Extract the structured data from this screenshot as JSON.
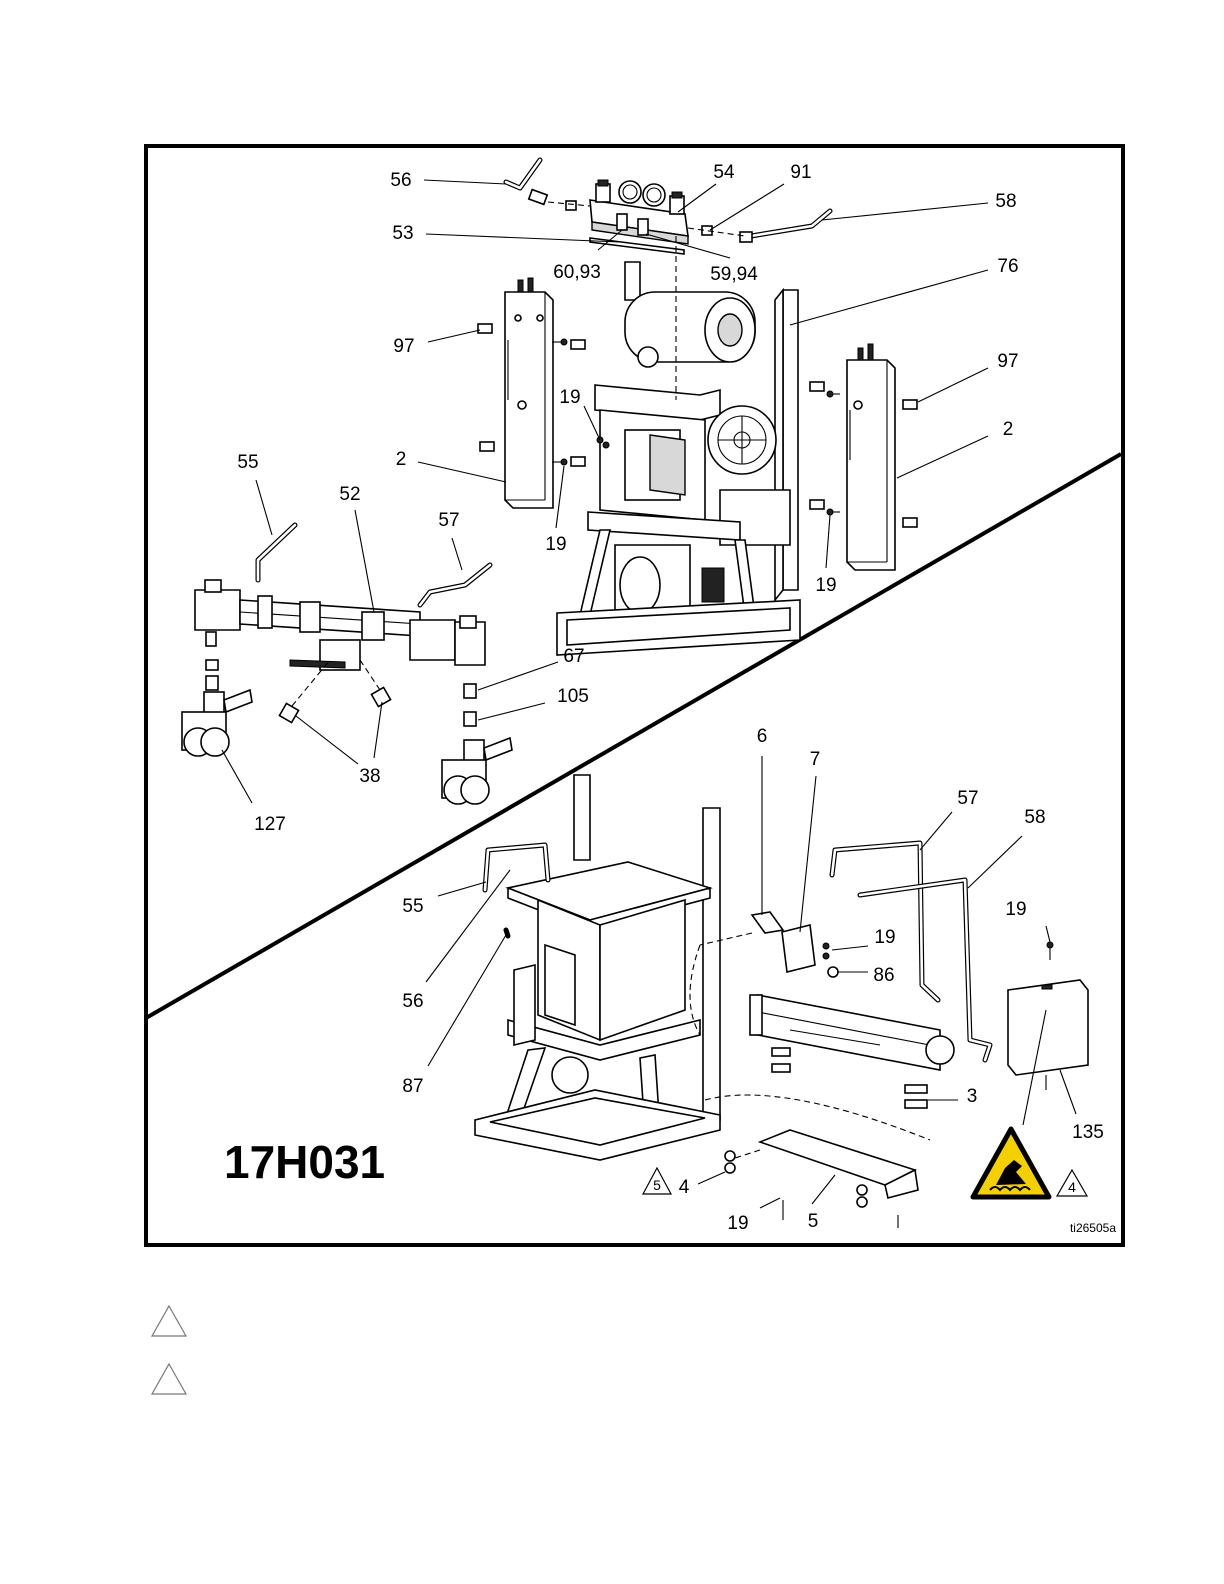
{
  "figure": {
    "model_number": "17H031",
    "figure_id": "ti26505a",
    "callouts": {
      "c56_top": "56",
      "c54": "54",
      "c91": "91",
      "c58_top": "58",
      "c53": "53",
      "c60_93": "60,93",
      "c59_94": "59,94",
      "c76": "76",
      "c97_left": "97",
      "c97_right": "97",
      "c19_a": "19",
      "c2_left": "2",
      "c2_right": "2",
      "c55_top": "55",
      "c52": "52",
      "c57_top": "57",
      "c19_b": "19",
      "c19_c": "19",
      "c67": "67",
      "c105": "105",
      "c38": "38",
      "c127": "127",
      "c6": "6",
      "c7": "7",
      "c57_bot": "57",
      "c58_bot": "58",
      "c19_d": "19",
      "c19_e": "19",
      "c55_bot": "55",
      "c86": "86",
      "c56_bot": "56",
      "c87": "87",
      "c3": "3",
      "c135": "135",
      "c4": "4",
      "c19_f": "19",
      "c5": "5"
    },
    "note_refs": {
      "left_triangle": "5",
      "right_triangle": "4"
    },
    "warning_icon": "hot-surface-warning-icon"
  },
  "notes": [
    {
      "marker": "triangle",
      "text": ""
    },
    {
      "marker": "triangle",
      "text": ""
    }
  ],
  "colors": {
    "warning_yellow": "#f5d000",
    "line": "#000000"
  }
}
